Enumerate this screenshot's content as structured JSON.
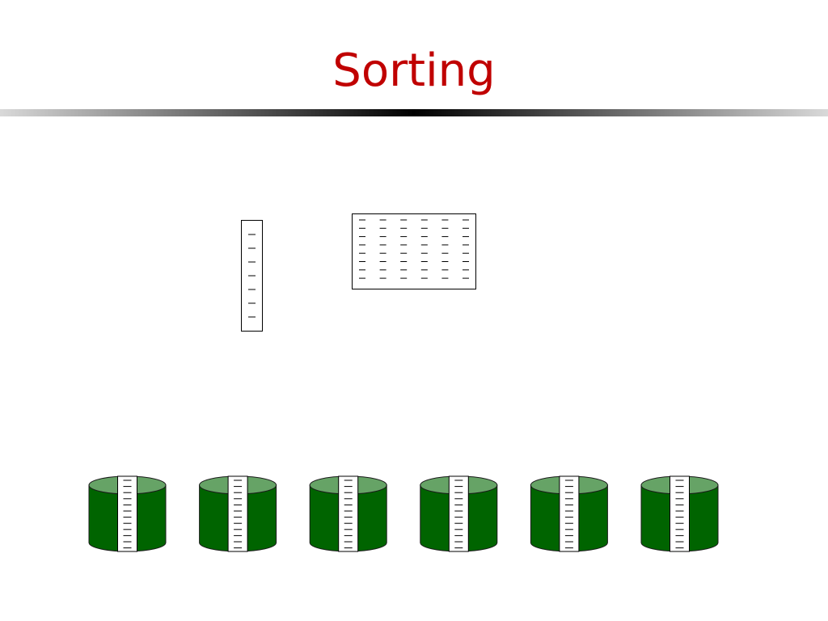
{
  "slide": {
    "title": "Sorting"
  },
  "diagram": {
    "input_buffer": {
      "records": 7
    },
    "memory_buffer": {
      "columns": 6,
      "rows": 8
    },
    "disks": {
      "count": 6,
      "records_per_disk": 12
    },
    "colors": {
      "title": "#c00000",
      "disk_body": "#006400",
      "disk_top": "#66a366",
      "disk_stroke": "#1a1a1a",
      "record_strip": "#ffffff"
    }
  }
}
